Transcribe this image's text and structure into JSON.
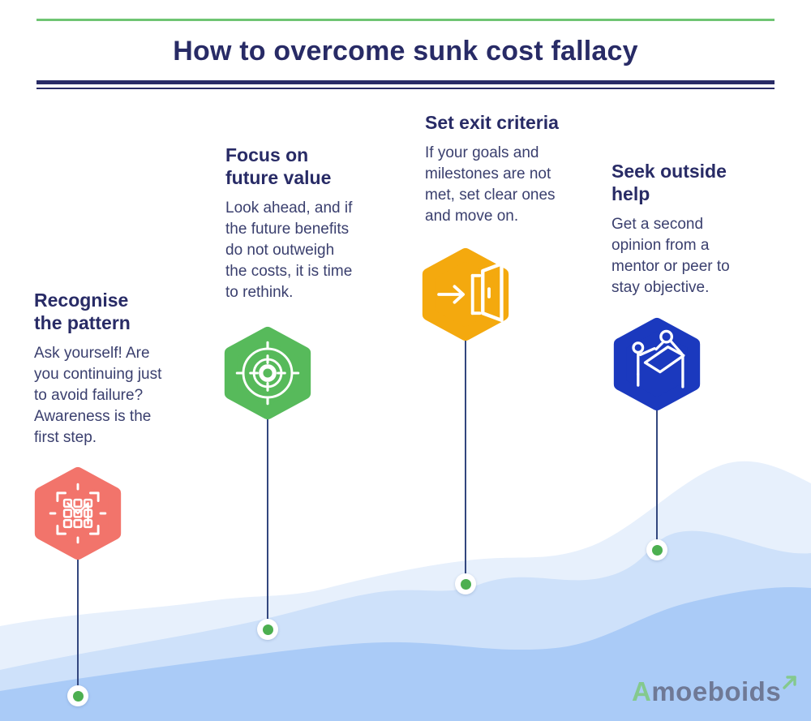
{
  "header": {
    "title": "How to overcome sunk cost fallacy"
  },
  "steps": [
    {
      "title": "Recognise\nthe pattern",
      "body": "Ask yourself! Are\nyou continuing just\nto avoid failure?\nAwareness is the\nfirst step.",
      "color": "#F2746B",
      "icon": "pattern-grid-icon"
    },
    {
      "title": "Focus on\nfuture value",
      "body": "Look ahead, and if\nthe future benefits\ndo not outweigh\nthe costs, it is time\nto rethink.",
      "color": "#57BA5B",
      "icon": "target-icon"
    },
    {
      "title": "Set exit criteria",
      "body": "If your goals and\nmilestones are not\nmet, set clear ones\nand move on.",
      "color": "#F4A90E",
      "icon": "exit-door-icon"
    },
    {
      "title": "Seek outside\nhelp",
      "body": "Get a second\nopinion from a\nmentor or peer to\nstay objective.",
      "color": "#1B39BE",
      "icon": "helping-hands-icon"
    }
  ],
  "brand": {
    "first_letter": "A",
    "rest": "moeboids"
  },
  "colors": {
    "green_rule": "#6FC573",
    "navy": "#282B66",
    "body_text": "#3A3F6E",
    "connector": "#33477E",
    "dot_green": "#4CAF50",
    "wave_back": "#E7F0FC",
    "wave_mid": "#CEE1FA",
    "wave_front": "#AACBF7",
    "brand_green": "#84C98E",
    "brand_slate": "#6F7996"
  }
}
